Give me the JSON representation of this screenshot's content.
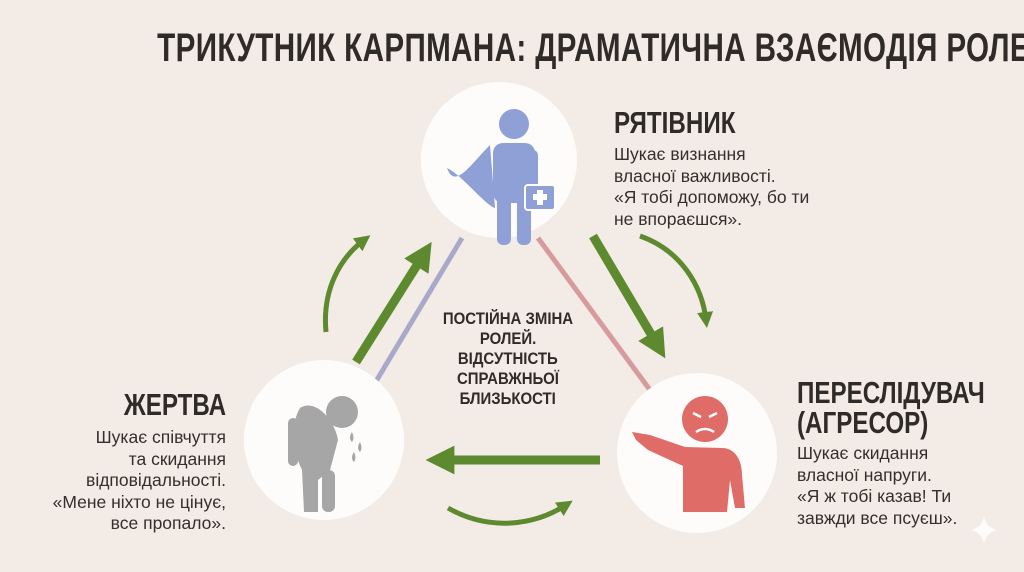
{
  "title": "ТРИКУТНИК КАРПМАНА: ДРАМАТИЧНА ВЗАЄМОДІЯ РОЛЕЙ",
  "center_text": [
    "ПОСТІЙНА ЗМІНА",
    "РОЛЕЙ.",
    "ВІДСУТНІСТЬ",
    "СПРАВЖНЬОЇ",
    "БЛИЗЬКОСТІ"
  ],
  "roles": {
    "rescuer": {
      "name": "РЯТІВНИК",
      "lines": [
        "Шукає визнання",
        "власної важливості.",
        "«Я тобі допоможу, бо ти",
        "не впораєшся»."
      ],
      "color": "#8ea0d6"
    },
    "victim": {
      "name": "ЖЕРТВА",
      "lines": [
        "Шукає співчуття",
        "та скидання",
        "відповідальності.",
        "«Мене ніхто не цінує,",
        "все пропало»."
      ],
      "color": "#a6a6a6"
    },
    "persecutor": {
      "name_lines": [
        "ПЕРЕСЛІДУВАЧ",
        "(АГРЕСОР)"
      ],
      "lines": [
        "Шукає скидання",
        "власної напруги.",
        "«Я ж тобі казав! Ти",
        "завжди все псуєш»."
      ],
      "color": "#e06c68"
    }
  },
  "colors": {
    "background": "#f3ebe5",
    "arrow": "#5e8a2f",
    "line_left": "#a8a9c8",
    "line_right": "#d89b9d"
  },
  "icons": [
    "superhero-with-medkit-icon",
    "crying-slumped-person-icon",
    "angry-pointing-person-icon",
    "sparkle-icon"
  ]
}
